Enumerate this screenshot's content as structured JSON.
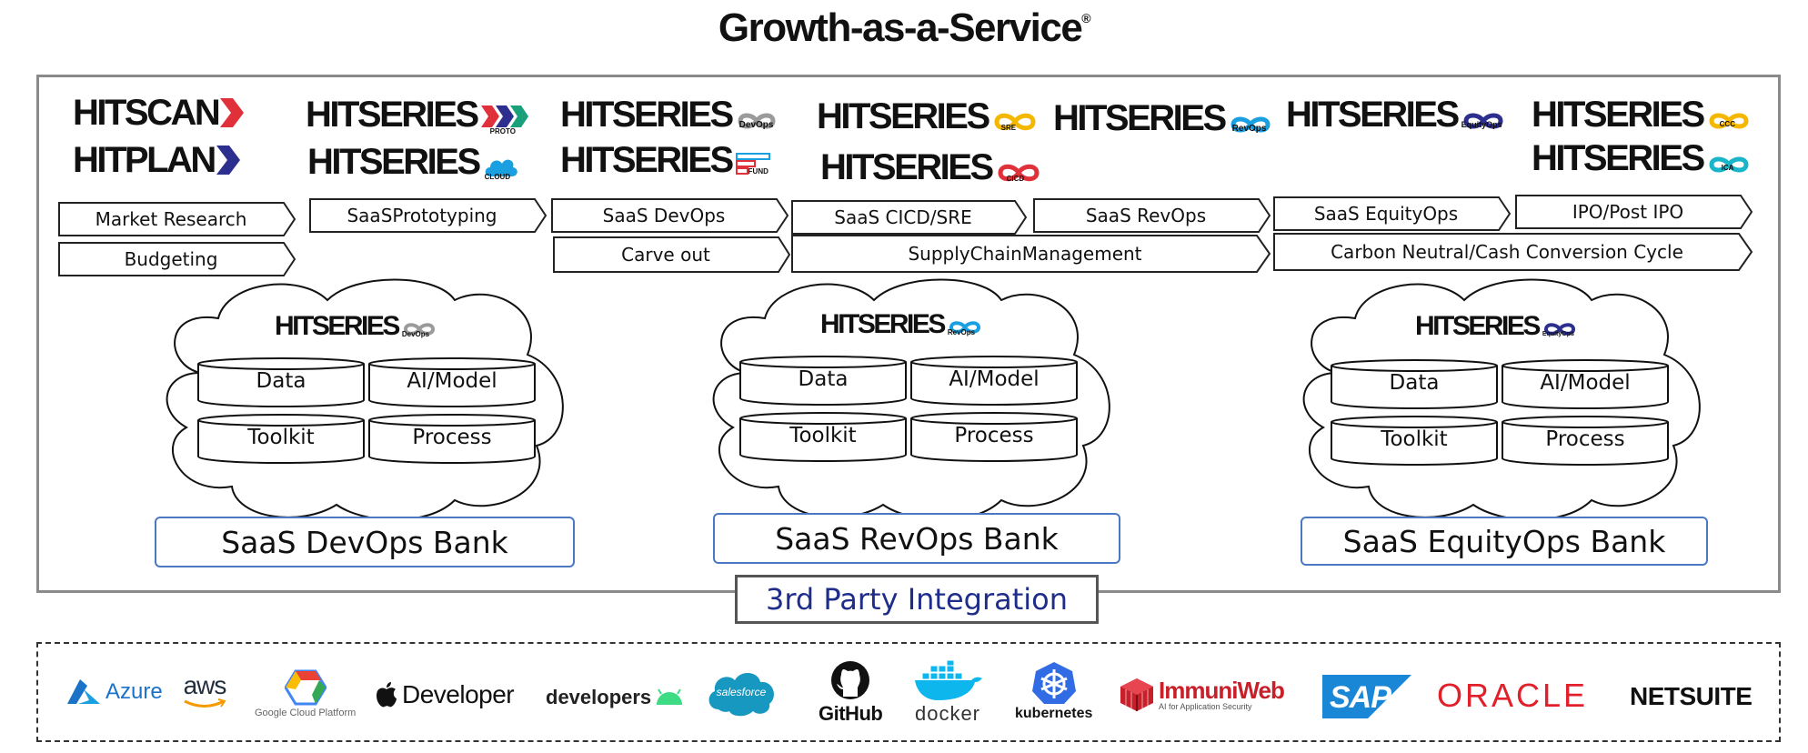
{
  "title": "Growth-as-a-Service",
  "title_mark": "®",
  "brands": {
    "hitscan": "HITSCAN",
    "hitplan": "HITPLAN",
    "hitseries": "HITSERIES",
    "sub_proto": "PROTO",
    "sub_cloud": "CLOUD",
    "sub_devops": "DevOps",
    "sub_fund": "FUND",
    "sub_sre": "SRE",
    "sub_cicd": "CICD",
    "sub_revops": "RevOps",
    "sub_equityops": "EquityOps",
    "sub_ccc": "CCC",
    "sub_ica": "ICA"
  },
  "stages": {
    "market_research": "Market Research",
    "budgeting": "Budgeting",
    "saas_prototyping": "SaaSPrototyping",
    "saas_devops": "SaaS DevOps",
    "carve_out": "Carve out",
    "saas_cicd_sre": "SaaS CICD/SRE",
    "saas_revops": "SaaS RevOps",
    "supply_chain": "SupplyChainManagement",
    "saas_equityops": "SaaS EquityOps",
    "ipo": "IPO/Post IPO",
    "carbon": "Carbon Neutral/Cash Conversion Cycle"
  },
  "cloud_items": {
    "data": "Data",
    "ai_model": "AI/Model",
    "toolkit": "Toolkit",
    "process": "Process"
  },
  "banks": {
    "devops": "SaaS DevOps Bank",
    "revops": "SaaS RevOps Bank",
    "equityops": "SaaS EquityOps Bank"
  },
  "third_party": "3rd Party Integration",
  "logos": {
    "azure": "Azure",
    "aws": "aws",
    "gcp": "Google Cloud Platform",
    "apple_dev": "Developer",
    "android": "developers",
    "salesforce": "salesforce",
    "github": "GitHub",
    "docker": "docker",
    "kubernetes": "kubernetes",
    "immuniweb": "ImmuniWeb",
    "immuniweb_sub": "AI for Application Security",
    "sap": "SAP",
    "oracle": "ORACLE",
    "netsuite": "NETSUITE"
  },
  "colors": {
    "infinity_gray": "#9a9a9a",
    "infinity_blue": "#1aa0e0",
    "infinity_navy": "#2d2f8f",
    "infinity_yellow": "#f5b800",
    "infinity_red": "#e0303a",
    "infinity_teal": "#19b5c8",
    "bank_border": "#4a78c2",
    "third_party_text": "#1f2d8a"
  }
}
